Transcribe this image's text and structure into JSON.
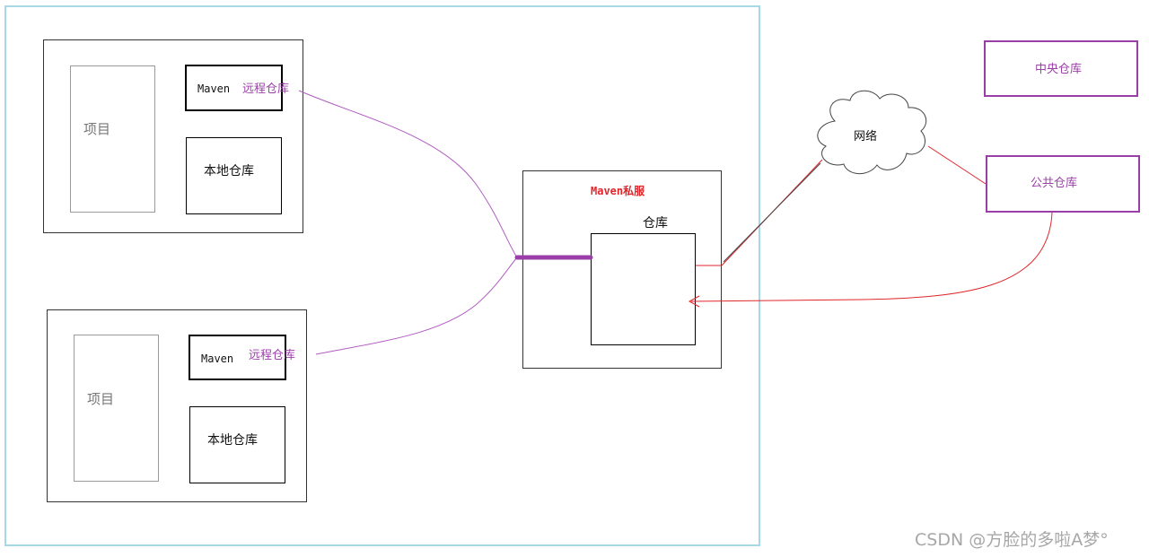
{
  "project1": {
    "project_label": "项目",
    "maven_label": "Maven",
    "remote_repo_label": "远程仓库",
    "local_repo_label": "本地仓库"
  },
  "project2": {
    "project_label": "项目",
    "maven_label": "Maven",
    "remote_repo_label": "远程仓库",
    "local_repo_label": "本地仓库"
  },
  "private_server": {
    "title": "Maven私服",
    "repo_label": "仓库"
  },
  "network_label": "网络",
  "central_repo_label": "中央仓库",
  "public_repo_label": "公共仓库",
  "watermark": "CSDN @方脸的多啦A梦°",
  "colors": {
    "outer_border": "#a6d8e6",
    "purple": "#9b3fa8",
    "red": "#e0262b"
  }
}
